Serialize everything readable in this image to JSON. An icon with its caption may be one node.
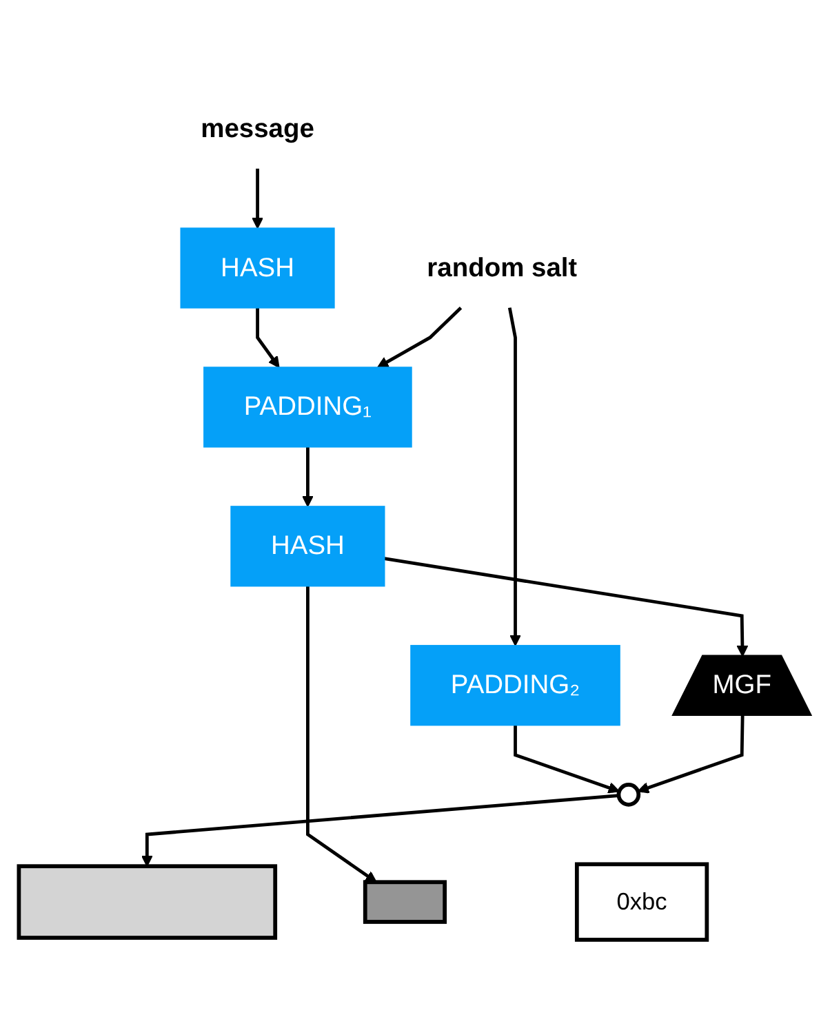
{
  "diagram": {
    "nodes": [
      {
        "text": [
          "message"
        ]
      },
      {
        "text": [
          "HASH"
        ]
      },
      {
        "text": [
          "PADDING₁"
        ]
      },
      {
        "text": [
          "random salt"
        ]
      },
      {
        "text": [
          "HASH"
        ]
      },
      {
        "text": [
          "PADDING₂"
        ]
      },
      {
        "text": [
          "MGF"
        ]
      },
      {
        "text": [],
        "shape": "circle"
      },
      {
        "text": [],
        "shape": "bar"
      },
      {
        "text": [],
        "shape": "box"
      },
      {
        "text": [
          "0xbc"
        ]
      }
    ],
    "edges": [
      {
        "from": 0,
        "to": 1,
        "arrow": "to"
      },
      {
        "from": 1,
        "to": 2,
        "arrow": "to"
      },
      {
        "from": 3,
        "to": 2,
        "arrow": "to"
      },
      {
        "from": 2,
        "to": 4,
        "arrow": "to"
      },
      {
        "from": 3,
        "to": 5,
        "arrow": "to"
      },
      {
        "from": 5,
        "to": 7,
        "arrow": "to"
      },
      {
        "from": 4,
        "to": 6,
        "arrow": "to"
      },
      {
        "from": 4,
        "to": 9,
        "arrow": "to"
      },
      {
        "from": 6,
        "to": 7,
        "arrow": "to"
      },
      {
        "from": 7,
        "to": 8,
        "arrow": "to"
      }
    ]
  }
}
